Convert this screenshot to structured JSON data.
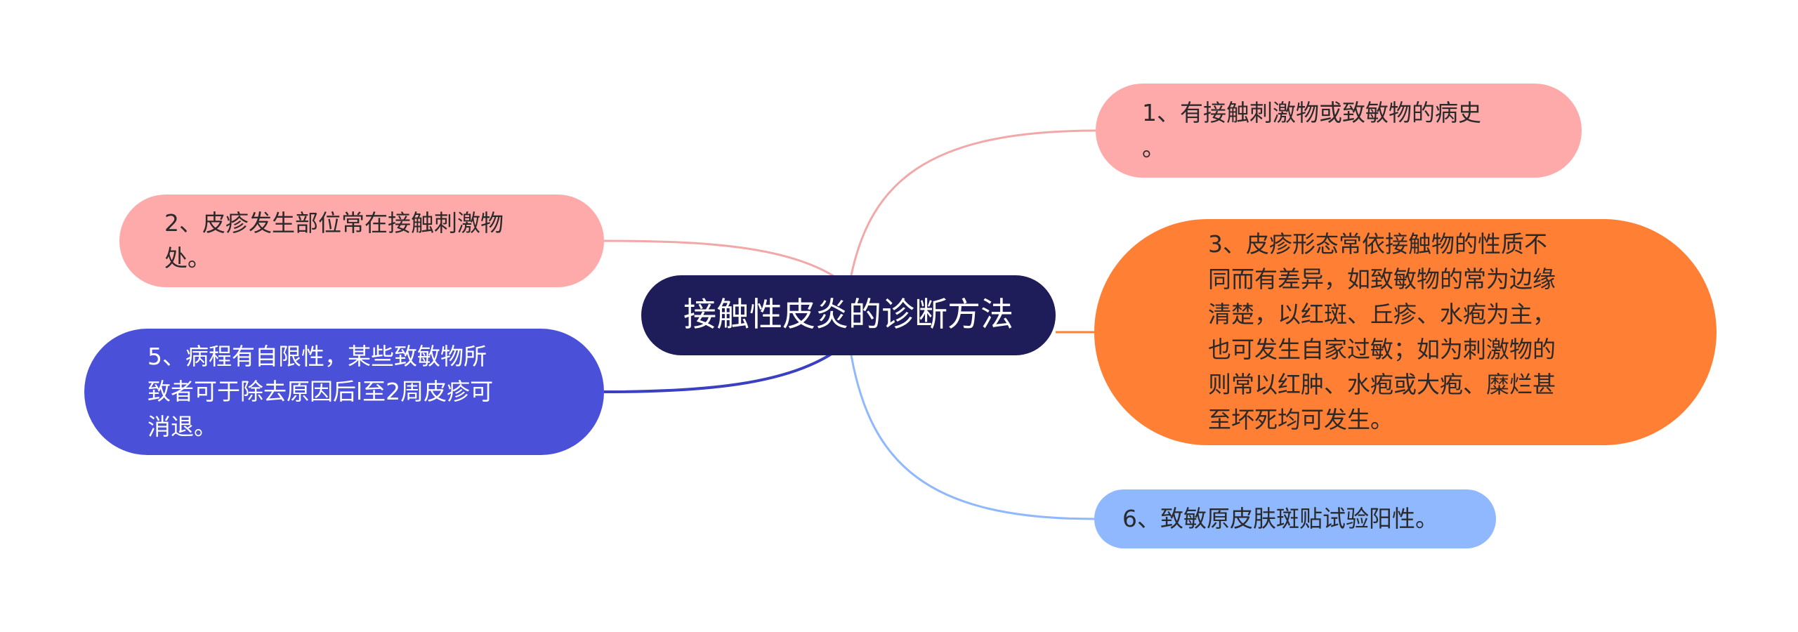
{
  "mindmap": {
    "root": {
      "label": "接触性皮炎的诊断方法",
      "bg": "#1e1d5a",
      "text_color": "#ffffff"
    },
    "branches": [
      {
        "id": "n1",
        "label": "1、有接触刺激物或致敏物的病史\n。",
        "bg": "#ffaaaa",
        "link_color": "#f2a8a8"
      },
      {
        "id": "n2",
        "label": "2、皮疹发生部位常在接触刺激物\n处。",
        "bg": "#ffaaaa",
        "link_color": "#f2a8a8"
      },
      {
        "id": "n3",
        "label": "3、皮疹形态常依接触物的性质不\n同而有差异，如致敏物的常为边缘\n清楚，以红斑、丘疹、水疱为主，\n也可发生自家过敏；如为刺激物的\n则常以红肿、水疱或大疱、糜烂甚\n至坏死均可发生。",
        "bg": "#ff7f35",
        "link_color": "#ff7f35"
      },
      {
        "id": "n5",
        "label": "5、病程有自限性，某些致敏物所\n致者可于除去原因后l至2周皮疹可\n消退。",
        "bg": "#4a50d8",
        "link_color": "#3a40c0"
      },
      {
        "id": "n6",
        "label": "6、致敏原皮肤斑贴试验阳性。",
        "bg": "#8fb8ff",
        "link_color": "#8fb8ff"
      }
    ]
  }
}
